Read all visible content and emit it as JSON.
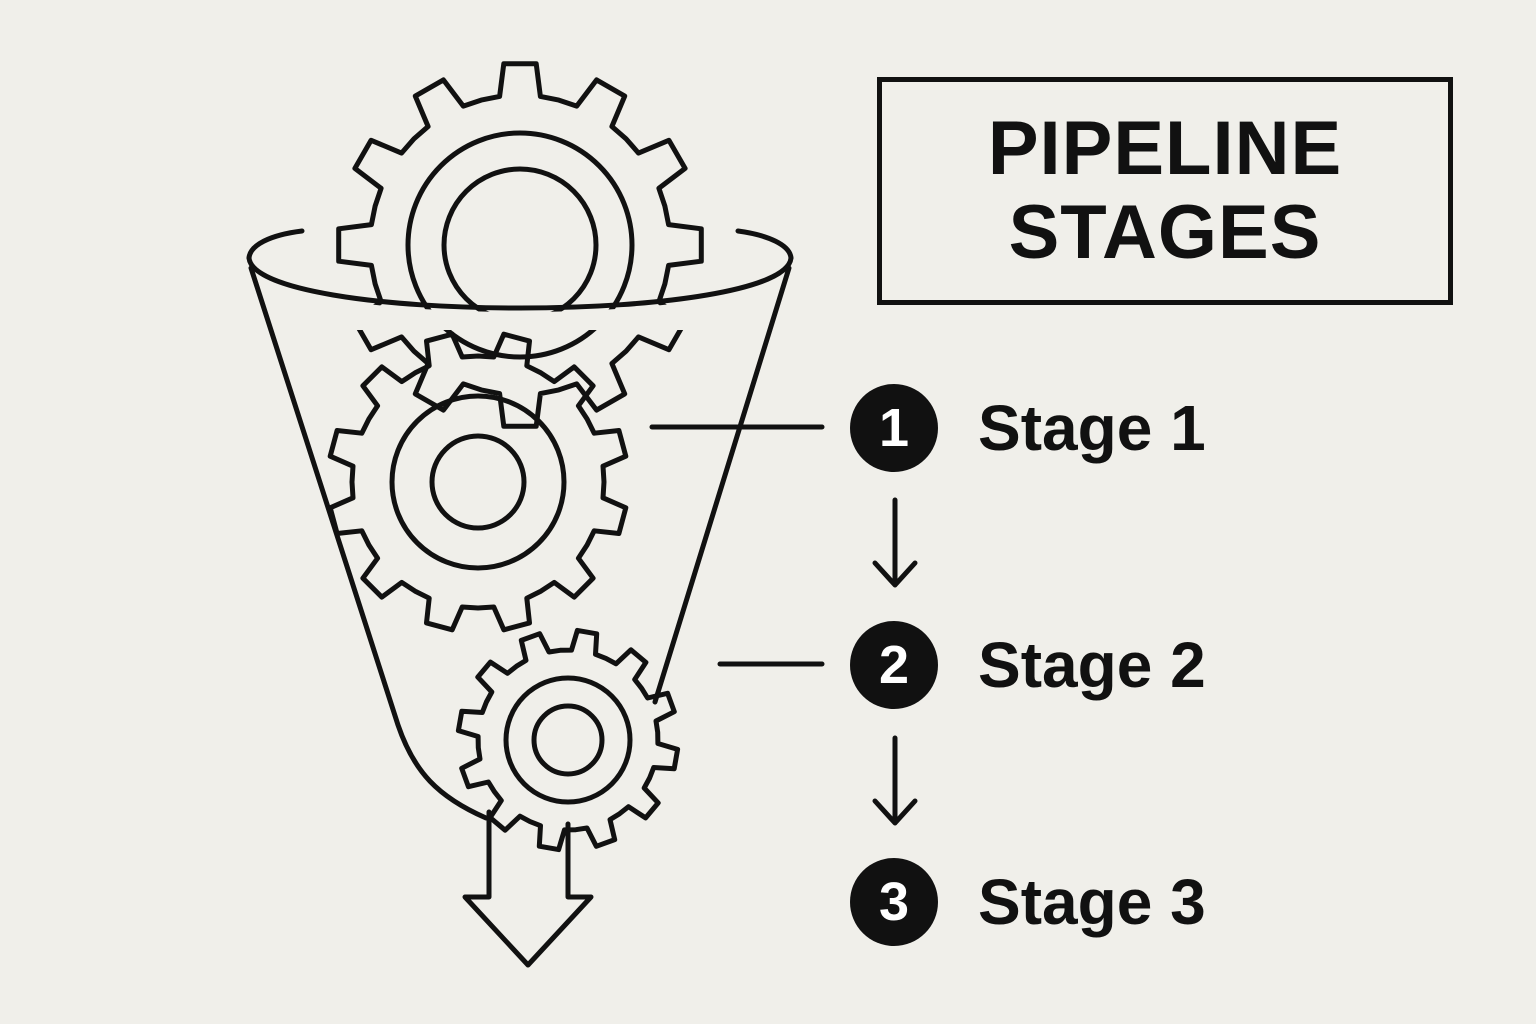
{
  "title": {
    "line1": "PIPELINE",
    "line2": "STAGES"
  },
  "stages": [
    {
      "number": "1",
      "label": "Stage 1"
    },
    {
      "number": "2",
      "label": "Stage 2"
    },
    {
      "number": "3",
      "label": "Stage 3"
    }
  ],
  "colors": {
    "background": "#f0efea",
    "ink": "#111111",
    "badge_text": "#ffffff"
  },
  "icons": [
    "funnel-icon",
    "gear-icon",
    "down-arrow-icon"
  ]
}
